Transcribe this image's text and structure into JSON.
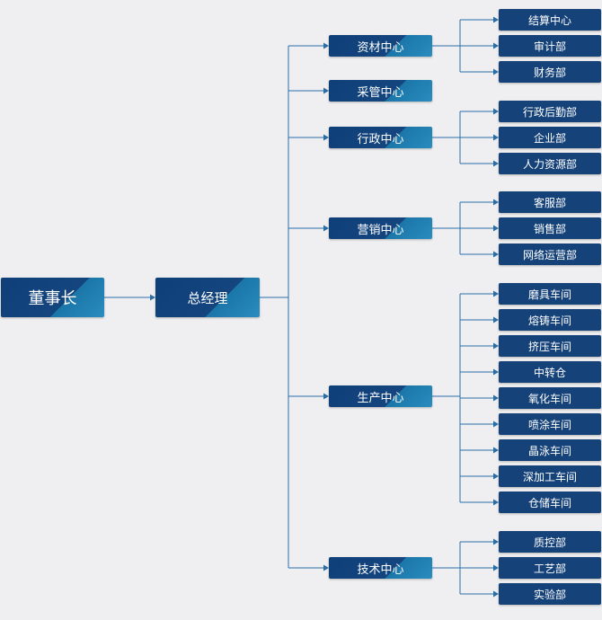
{
  "colors": {
    "background": "#efeff1",
    "connector": "#2b6ea6",
    "node_dark": "#14457f",
    "node_light": "#2a8cbf"
  },
  "chairman": "董事长",
  "general_manager": "总经理",
  "centers": [
    {
      "name": "资材中心",
      "depts": [
        "结算中心",
        "审计部",
        "财务部"
      ]
    },
    {
      "name": "采管中心",
      "depts": []
    },
    {
      "name": "行政中心",
      "depts": [
        "行政后勤部",
        "企业部",
        "人力资源部"
      ]
    },
    {
      "name": "营销中心",
      "depts": [
        "客服部",
        "销售部",
        "网络运营部"
      ]
    },
    {
      "name": "生产中心",
      "depts": [
        "磨具车间",
        "熔铸车间",
        "挤压车间",
        "中转仓",
        "氧化车间",
        "喷涂车间",
        "晶泳车间",
        "深加工车间",
        "仓储车间"
      ]
    },
    {
      "name": "技术中心",
      "depts": [
        "质控部",
        "工艺部",
        "实验部"
      ]
    }
  ]
}
